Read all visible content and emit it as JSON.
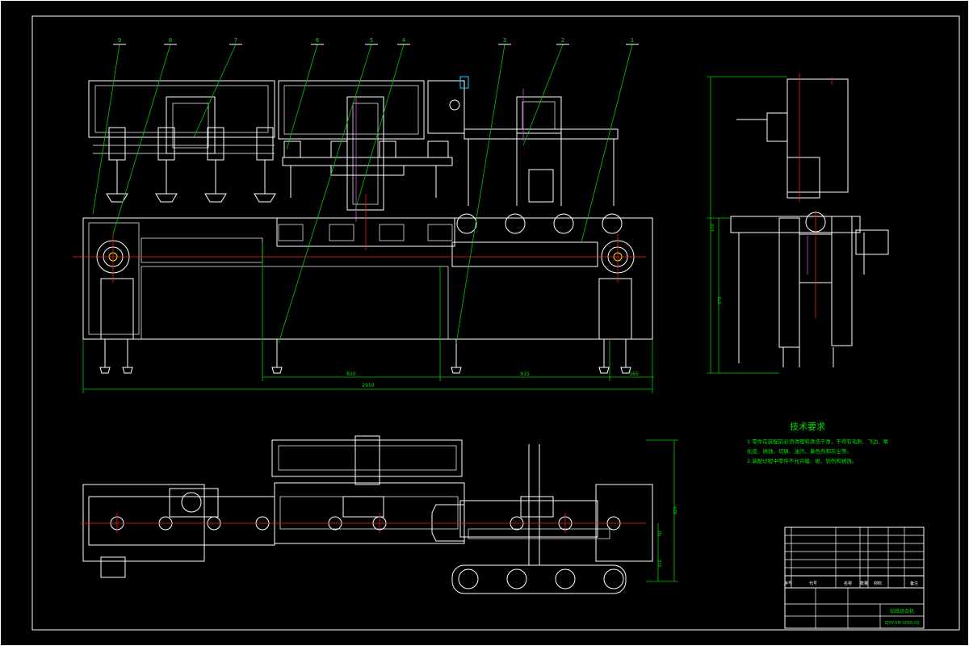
{
  "colors": {
    "background": "#000000",
    "outline": "#ffffff",
    "dimension": "#00c800",
    "centerline": "#ff2020",
    "accent_magenta": "#e040e0",
    "accent_cyan": "#00d8ff",
    "notes_text": "#00e000"
  },
  "balloons": [
    "9",
    "8",
    "7",
    "6",
    "5",
    "4",
    "3",
    "2",
    "1"
  ],
  "front_view": {
    "dimensions": {
      "d1": "810",
      "d2": "915",
      "d3": "165",
      "overall": "2910"
    }
  },
  "side_view": {
    "dimensions": {
      "height_upper": "630",
      "height_lower": "575"
    }
  },
  "top_view": {
    "dimensions": {
      "v1": "620",
      "v2": "50",
      "v3": "310"
    }
  },
  "tech_notes": {
    "title": "技术要求",
    "lines": [
      "1.零件在装配前必须清理和清洗干净，不得有毛刺、飞边、氧",
      "化皮、锈蚀、切屑、油污、着色剂和灰尘等。",
      "2.装配过程中零件不允许磕、碰、划伤和锈蚀。"
    ]
  },
  "title_block": {
    "drawing_name": "钻铣组合机",
    "drawing_number": "ZJHY-XM-0030-00",
    "header_cells": [
      "序号",
      "代号",
      "名称",
      "数量",
      "材料",
      "备注"
    ]
  }
}
